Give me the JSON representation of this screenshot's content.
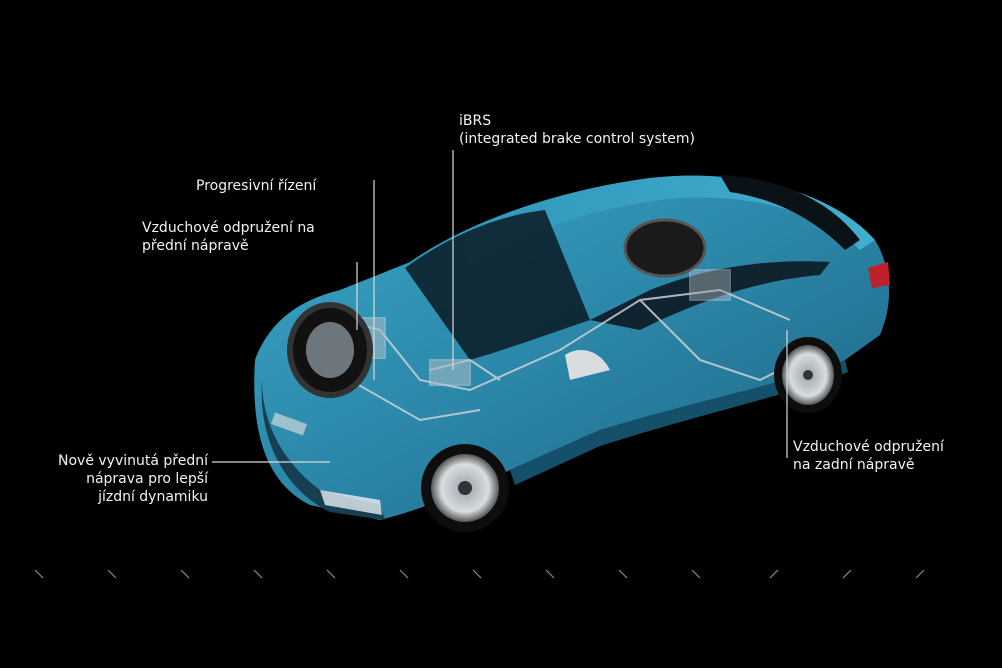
{
  "callouts": {
    "ibrs_title": "iBRS",
    "ibrs_desc": "(integrated brake control system)",
    "steering": "Progresivní řízení",
    "front_air_1": "Vzduchové odpružení na",
    "front_air_2": "přední nápravě",
    "rear_air_1": "Vzduchové odpružení",
    "rear_air_2": "na zadní nápravě",
    "front_axle_1": "Nově vyvinutá přední",
    "front_axle_2": "náprava pro lepší",
    "front_axle_3": "jízdní dynamiku"
  },
  "colors": {
    "background": "#000000",
    "body_paint": "#2e8fb0",
    "leader_line": "#d9d9d9"
  }
}
